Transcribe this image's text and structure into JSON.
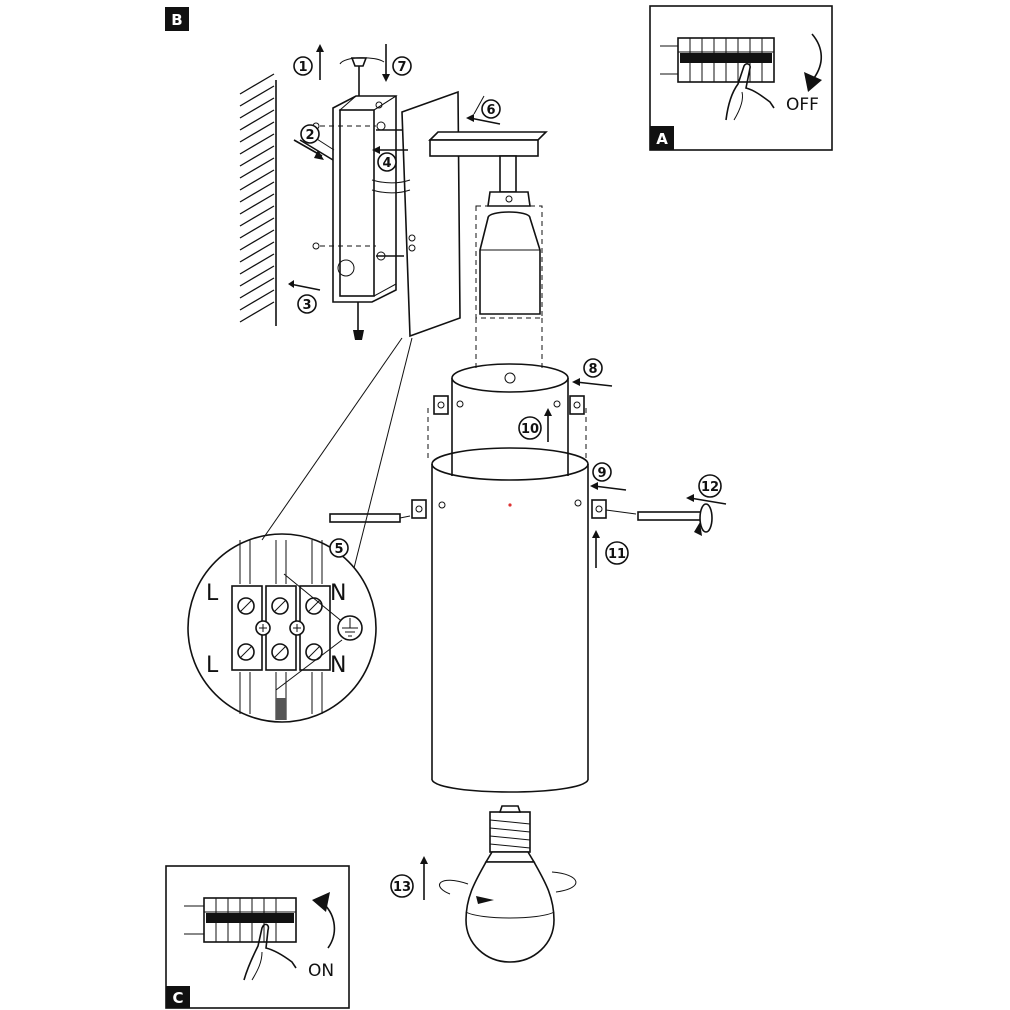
{
  "badges": {
    "a": "A",
    "b": "B",
    "c": "C"
  },
  "switch_labels": {
    "off": "OFF",
    "on": "ON"
  },
  "terminals": {
    "line_top": "L",
    "neutral_top": "N",
    "line_bottom": "L",
    "neutral_bottom": "N"
  },
  "steps": [
    "1",
    "2",
    "3",
    "4",
    "5",
    "6",
    "7",
    "8",
    "9",
    "10",
    "11",
    "12",
    "13"
  ],
  "icons": {
    "earth": "earth-ground-icon",
    "hand": "hand-pointer-icon",
    "breaker": "circuit-breaker-icon",
    "bulb": "light-bulb-icon"
  }
}
